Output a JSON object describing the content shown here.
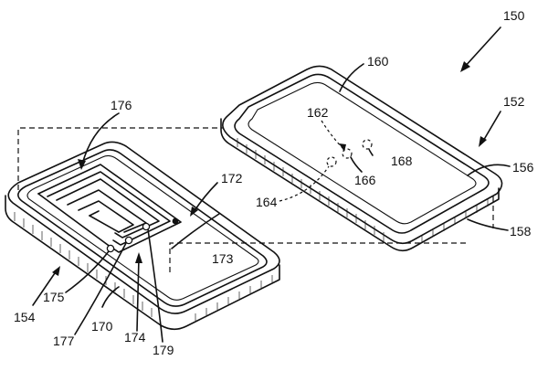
{
  "labels": {
    "l150": "150",
    "l152": "152",
    "l154": "154",
    "l156": "156",
    "l158": "158",
    "l160": "160",
    "l162": "162",
    "l164": "164",
    "l166": "166",
    "l168": "168",
    "l170": "170",
    "l172": "172",
    "l173": "173",
    "l174": "174",
    "l175": "175",
    "l176": "176",
    "l177": "177",
    "l179": "179"
  }
}
